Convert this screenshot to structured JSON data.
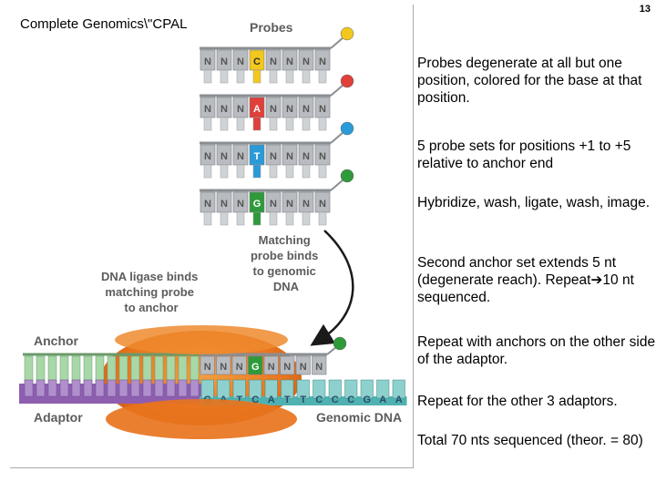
{
  "header": {
    "title": "Complete Genomics\\\"CPAL",
    "page_number": "13"
  },
  "figure": {
    "probes_title": "Probes",
    "probes": [
      {
        "bases": [
          "N",
          "N",
          "N",
          "C",
          "N",
          "N",
          "N",
          "N"
        ],
        "highlight_index": 3,
        "color": "#f2c81e"
      },
      {
        "bases": [
          "N",
          "N",
          "N",
          "A",
          "N",
          "N",
          "N",
          "N"
        ],
        "highlight_index": 3,
        "color": "#e0403a"
      },
      {
        "bases": [
          "N",
          "N",
          "N",
          "T",
          "N",
          "N",
          "N",
          "N"
        ],
        "highlight_index": 3,
        "color": "#2a9ad8"
      },
      {
        "bases": [
          "N",
          "N",
          "N",
          "G",
          "N",
          "N",
          "N",
          "N"
        ],
        "highlight_index": 3,
        "color": "#2e9a3a"
      }
    ],
    "matching_label": [
      "Matching",
      "probe binds",
      "to genomic",
      "DNA"
    ],
    "ligase_label": [
      "DNA ligase binds",
      "matching probe",
      "to anchor"
    ],
    "anchor_label": "Anchor",
    "adaptor_label": "Adaptor",
    "genomic_label": "Genomic DNA",
    "bound_probe_bases": [
      "N",
      "N",
      "N",
      "G",
      "N",
      "N",
      "N",
      "N"
    ],
    "genomic_bases": [
      "G",
      "A",
      "T",
      "C",
      "A",
      "T",
      "T",
      "C",
      "C",
      "C",
      "G",
      "A",
      "A"
    ],
    "colors": {
      "probe_grey": "#b8bcc0",
      "anchor_green": "#a8d8a8",
      "adaptor_purple": "#8e5fb0",
      "genomic_teal": "#4fb2b0",
      "ligase_orange": "#e8741e",
      "text_grey": "#5c5c5c"
    }
  },
  "bullets": [
    "Probes degenerate at all but one position, colored for the base at that position.",
    "5 probe sets for positions +1 to +5 relative to anchor end",
    "Hybridize, wash, ligate, wash, image.",
    "Second anchor set extends 5 nt (degenerate reach). Repeat➔10 nt sequenced.",
    "Repeat with anchors on the other side of the adaptor.",
    "Repeat for the other 3 adaptors.",
    "Total 70 nts sequenced (theor. = 80)"
  ]
}
